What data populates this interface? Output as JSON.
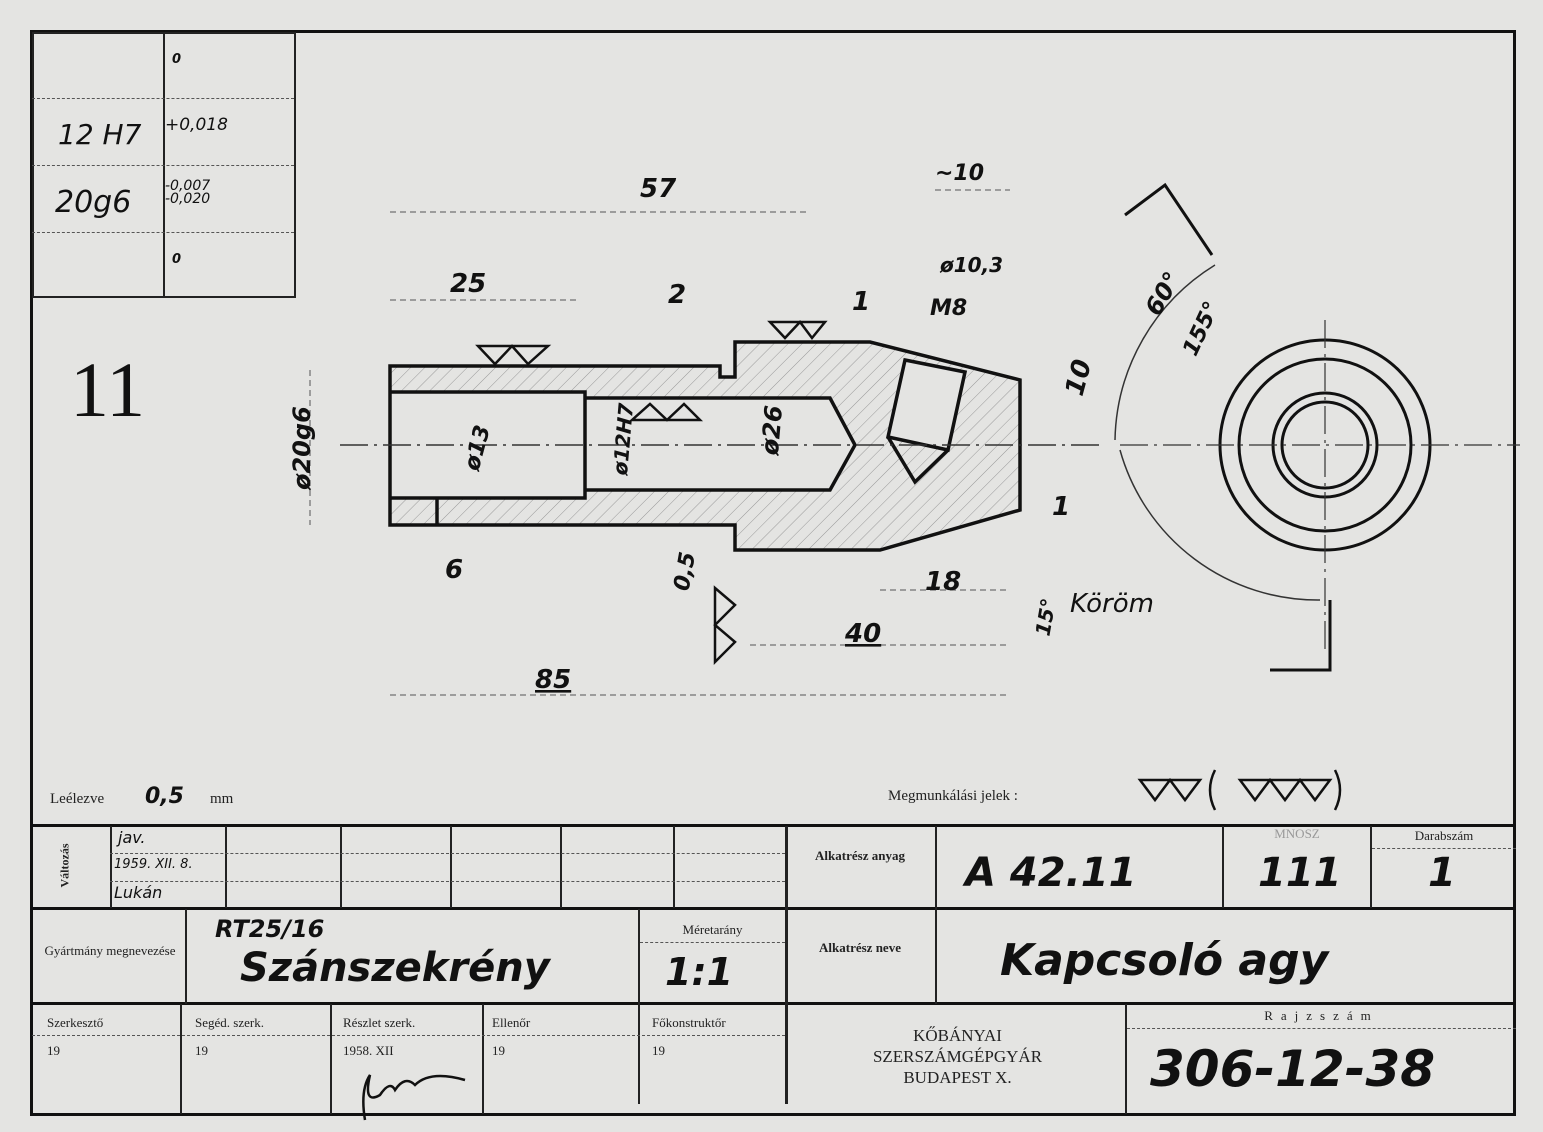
{
  "sheet_number": "11",
  "tolerance_table": {
    "rows": [
      {
        "fit": "",
        "deviation": "0"
      },
      {
        "fit": "12 H7",
        "deviation": "+0,018"
      },
      {
        "fit": "20g6",
        "deviation": "-0,007 -0,020"
      },
      {
        "fit": "",
        "deviation": "0"
      }
    ]
  },
  "dimensions": {
    "d57": "57",
    "d10_top": "~10",
    "d10_3": "ø10,3",
    "m8": "M8",
    "d25": "25",
    "d2": "2",
    "d10_side": "10",
    "a60": "60°",
    "a155": "155°",
    "d20g6": "ø20g6",
    "d13": "ø13",
    "d12h7": "ø12H7",
    "d26": "ø26",
    "d6": "6",
    "d0_5": "0,5",
    "d18": "18",
    "d1a": "1",
    "d1b": "1",
    "a15": "15°",
    "korom": "Köröm",
    "d40": "40",
    "d85": "85"
  },
  "notes": {
    "chamfer_label": "Leélezve",
    "chamfer_value": "0,5",
    "chamfer_unit": "mm",
    "machining_label": "Megmunkálási jelek :"
  },
  "title_block": {
    "change_label": "Változás",
    "change_entries": [
      "jav.",
      "1959. XII. 8.",
      "Lukán"
    ],
    "material_label": "Alkatrész anyag",
    "material_value": "A 42.11",
    "standard_label": "MNOSZ",
    "standard_value": "111",
    "quantity_label": "Darabszám",
    "quantity_value": "1",
    "product_label": "Gyártmány megnevezése",
    "product_code": "RT25/16",
    "product_name": "Szánszekrény",
    "scale_label": "Méretarány",
    "scale_value": "1:1",
    "part_name_label": "Alkatrész neve",
    "part_name_value": "Kapcsoló agy",
    "roles": [
      {
        "label": "Szerkesztő",
        "value": "19"
      },
      {
        "label": "Segéd. szerk.",
        "value": "19"
      },
      {
        "label": "Részlet szerk.",
        "value": "1958. XII"
      },
      {
        "label": "Ellenőr",
        "value": "19"
      },
      {
        "label": "Főkonstruktőr",
        "value": "19"
      }
    ],
    "company": [
      "KŐBÁNYAI",
      "SZERSZÁMGÉPGYÁR",
      "BUDAPEST X."
    ],
    "drawing_number_label": "Rajzszám",
    "drawing_number": "306-12-38"
  }
}
